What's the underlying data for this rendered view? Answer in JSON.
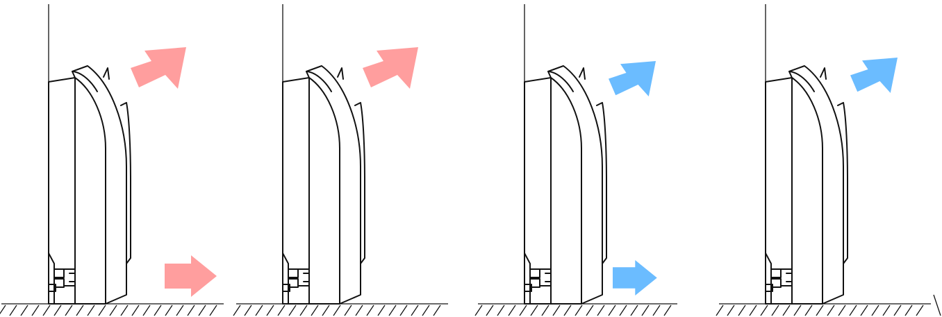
{
  "panels": [
    {
      "id": "panel-1",
      "arrows": [
        {
          "kind": "upper",
          "color": "warm"
        },
        {
          "kind": "lower",
          "color": "warm"
        }
      ]
    },
    {
      "id": "panel-2",
      "arrows": [
        {
          "kind": "upper",
          "color": "warm"
        }
      ]
    },
    {
      "id": "panel-3",
      "arrows": [
        {
          "kind": "upper",
          "color": "cool"
        },
        {
          "kind": "lower",
          "color": "cool"
        }
      ]
    },
    {
      "id": "panel-4",
      "arrows": [
        {
          "kind": "upper",
          "color": "cool"
        }
      ]
    }
  ],
  "colors": {
    "warm": "#ff9e9e",
    "cool": "#6bbcff",
    "line": "#111111"
  }
}
